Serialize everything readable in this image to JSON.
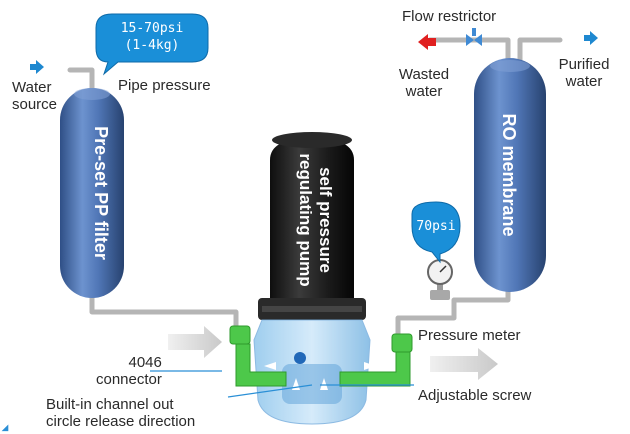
{
  "labels": {
    "water_source": "Water\nsource",
    "pipe_pressure": "Pipe pressure",
    "flow_restrictor": "Flow restrictor",
    "wasted_water": "Wasted\nwater",
    "purified_water": "Purified\nwater",
    "pressure_meter": "Pressure meter",
    "connector": "4046\nconnector",
    "adjustable_screw": "Adjustable screw",
    "builtin_channel": "Built-in channel out\ncircle release direction"
  },
  "components": {
    "pp_filter": "Pre-set PP filter",
    "ro_membrane": "RO membrane",
    "pump_line1": "self pressure",
    "pump_line2": "regulating pump"
  },
  "bubbles": {
    "pipe_pressure_line1": "15-70psi",
    "pipe_pressure_line2": "(1-4kg)",
    "meter_value": "70psi"
  },
  "colors": {
    "vessel": "#4a6fae",
    "pump_body": "#1e1e1e",
    "bubble": "#1a8fd8",
    "connector": "#4dc84a",
    "arrow_in": "#1e88d0",
    "arrow_waste": "#e02020",
    "arrow_out": "#1e88d0"
  }
}
